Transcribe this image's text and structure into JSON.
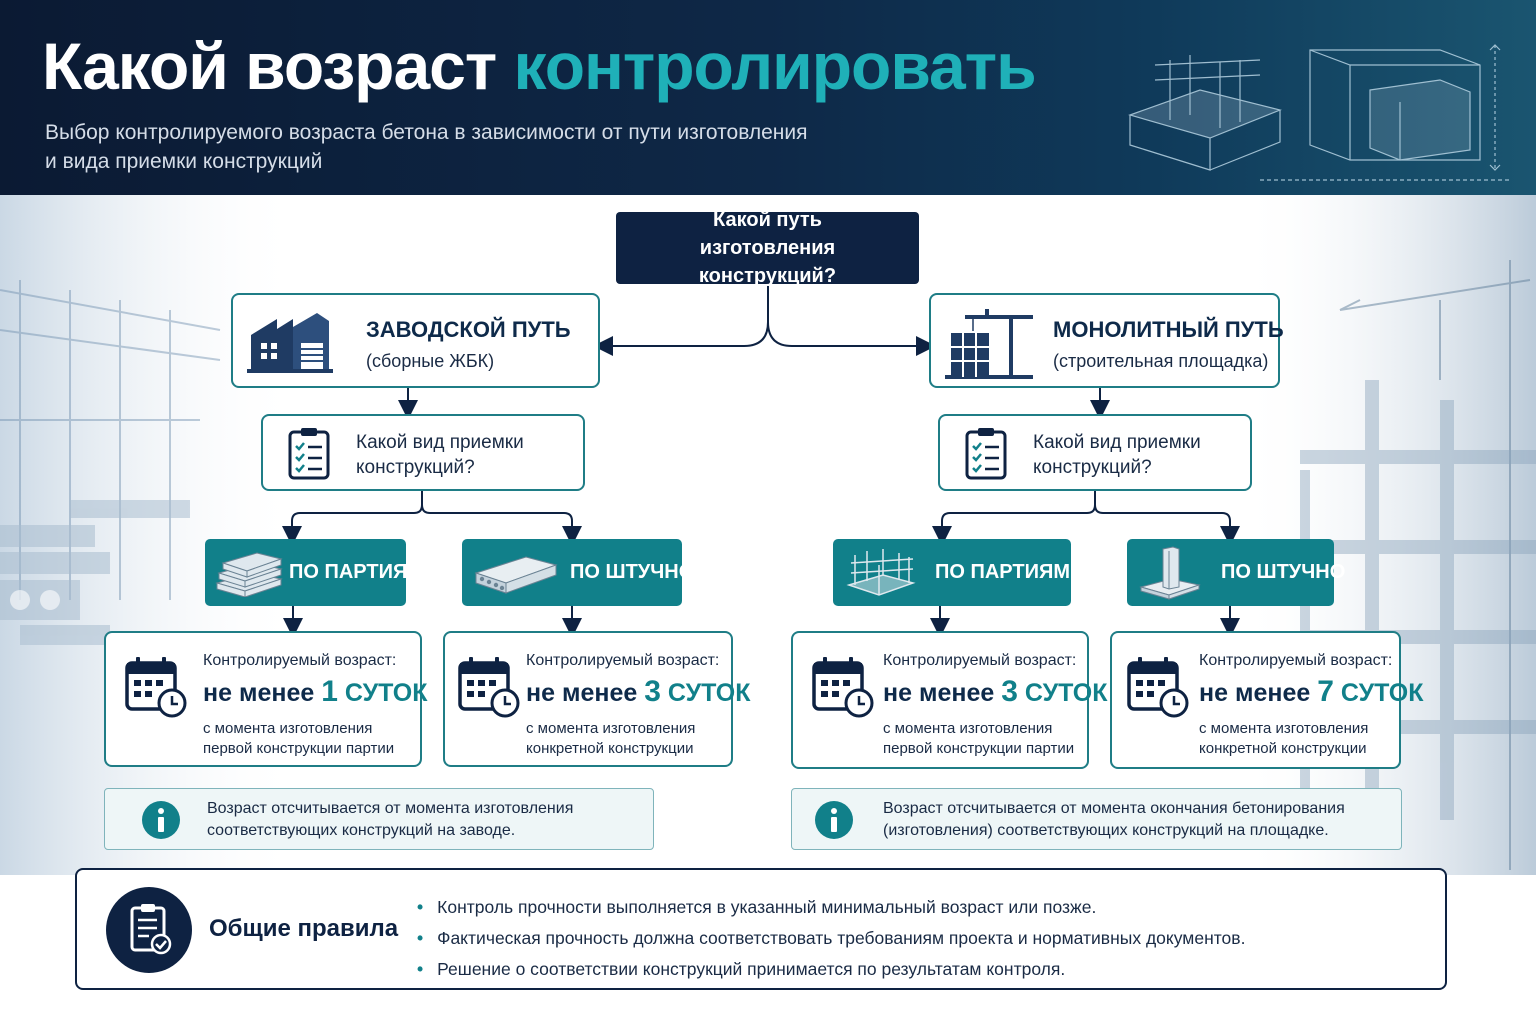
{
  "header": {
    "title_main": "Какой возраст",
    "title_accent": "контролировать",
    "subtitle_line1": "Выбор контролируемого возраста бетона в зависимости от пути изготовления",
    "subtitle_line2": "и вида приемки конструкций"
  },
  "root_question": "Какой путь изготовления конструкций?",
  "factory": {
    "title": "ЗАВОДСКОЙ ПУТЬ",
    "subtitle": "(сборные ЖБК)",
    "icon": "factory-icon",
    "question": "Какой вид приемки конструкций?",
    "batch": {
      "label": "ПО ПАРТИЯМ",
      "icon": "stacked-panels-icon",
      "age_label": "Контролируемый возраст:",
      "age_prefix": "не менее",
      "age_number": "1",
      "age_unit": "СУТОК",
      "note": "с момента изготовления первой конструкции партии"
    },
    "piece": {
      "label": "ПО ШТУЧНО",
      "icon": "hollow-slab-icon",
      "age_label": "Контролируемый возраст:",
      "age_prefix": "не менее",
      "age_number": "3",
      "age_unit": "СУТОК",
      "note": "с момента изготовления конкретной конструкции"
    },
    "info": "Возраст отсчитывается от момента изготовления соответствующих конструкций на заводе."
  },
  "monolithic": {
    "title": "МОНОЛИТНЫЙ ПУТЬ",
    "subtitle": "(строительная площадка)",
    "icon": "crane-building-icon",
    "question": "Какой вид приемки конструкций?",
    "batch": {
      "label": "ПО ПАРТИЯМ",
      "icon": "rebar-frame-icon",
      "age_label": "Контролируемый возраст:",
      "age_prefix": "не менее",
      "age_number": "3",
      "age_unit": "СУТОК",
      "note": "с момента изготовления первой конструкции партии"
    },
    "piece": {
      "label": "ПО ШТУЧНО",
      "icon": "column-icon",
      "age_label": "Контролируемый возраст:",
      "age_prefix": "не менее",
      "age_number": "7",
      "age_unit": "СУТОК",
      "note": "с момента изготовления конкретной конструкции"
    },
    "info": "Возраст отсчитывается от момента окончания бетонирования (изготовления) соответствующих конструкций на площадке."
  },
  "rules": {
    "title": "Общие правила",
    "icon": "clipboard-check-icon",
    "items": [
      "Контроль прочности выполняется  в  указанный минимальный возраст или позже.",
      "Фактическая прочность должна соответствовать требованиям проекта и нормативных  документов.",
      "Решение о соответствии конструкций принимается по результатам контроля."
    ]
  },
  "colors": {
    "navy": "#0e2242",
    "teal": "#11808a",
    "accent": "#1fb0b8"
  }
}
